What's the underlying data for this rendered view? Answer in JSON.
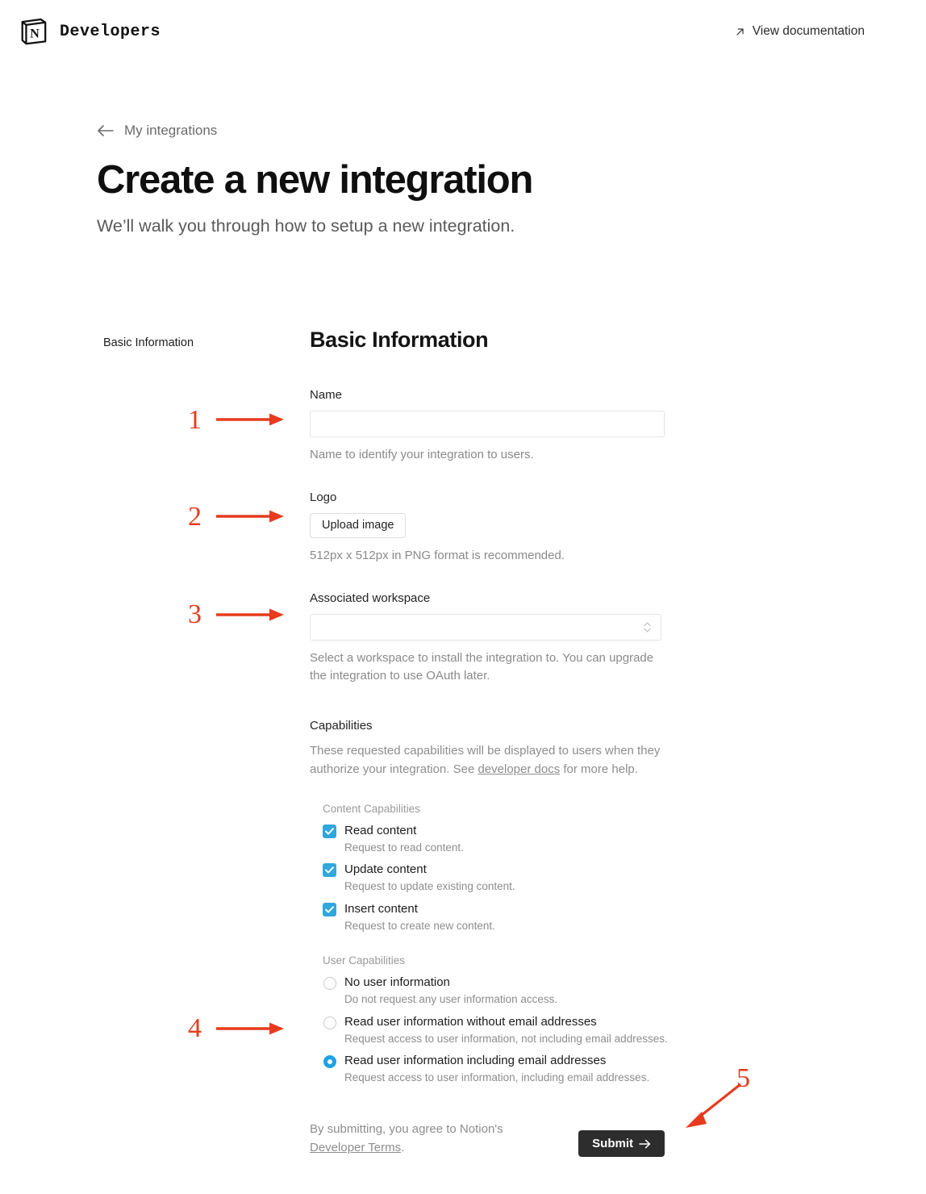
{
  "topbar": {
    "logo_icon": "notion-cube-icon",
    "brand": "Developers",
    "docs_icon": "arrow-up-right-icon",
    "docs_label": "View documentation"
  },
  "page": {
    "back_icon": "arrow-left-icon",
    "back_label": "My integrations",
    "title": "Create a new integration",
    "subtitle": "We’ll walk you through how to setup a new integration."
  },
  "sidebar": {
    "items": [
      {
        "label": "Basic Information"
      }
    ]
  },
  "form": {
    "section_title": "Basic Information",
    "name": {
      "label": "Name",
      "value": "",
      "placeholder": "",
      "help": "Name to identify your integration to users."
    },
    "logo": {
      "label": "Logo",
      "button": "Upload image",
      "help": "512px x 512px in PNG format is recommended."
    },
    "workspace": {
      "label": "Associated workspace",
      "value": "",
      "chevron_icon": "chevron-up-down-icon",
      "help": "Select a workspace to install the integration to. You can upgrade the integration to use OAuth later."
    },
    "capabilities": {
      "title": "Capabilities",
      "desc_before": "These requested capabilities will be displayed to users when they authorize your integration. See ",
      "desc_link": "developer docs",
      "desc_after": " for more help.",
      "content_group": {
        "title": "Content Capabilities",
        "options": [
          {
            "label": "Read content",
            "desc": "Request to read content.",
            "checked": true
          },
          {
            "label": "Update content",
            "desc": "Request to update existing content.",
            "checked": true
          },
          {
            "label": "Insert content",
            "desc": "Request to create new content.",
            "checked": true
          }
        ]
      },
      "user_group": {
        "title": "User Capabilities",
        "options": [
          {
            "label": "No user information",
            "desc": "Do not request any user information access.",
            "selected": false
          },
          {
            "label": "Read user information without email addresses",
            "desc": "Request access to user information, not including email addresses.",
            "selected": false
          },
          {
            "label": "Read user information including email addresses",
            "desc": "Request access to user information, including email addresses.",
            "selected": true
          }
        ]
      }
    }
  },
  "footer": {
    "terms_before": "By submitting, you agree to Notion's ",
    "terms_link": "Developer Terms",
    "terms_after": ".",
    "submit_label": "Submit",
    "submit_icon": "arrow-right-icon"
  },
  "annotations": {
    "color": "#e63b1e",
    "markers": [
      {
        "number": "1"
      },
      {
        "number": "2"
      },
      {
        "number": "3"
      },
      {
        "number": "4"
      },
      {
        "number": "5"
      }
    ]
  },
  "colors": {
    "accent_blue": "#2ea8dd",
    "annotation_red": "#e63b1e",
    "submit_dark": "#2d2d2d"
  }
}
